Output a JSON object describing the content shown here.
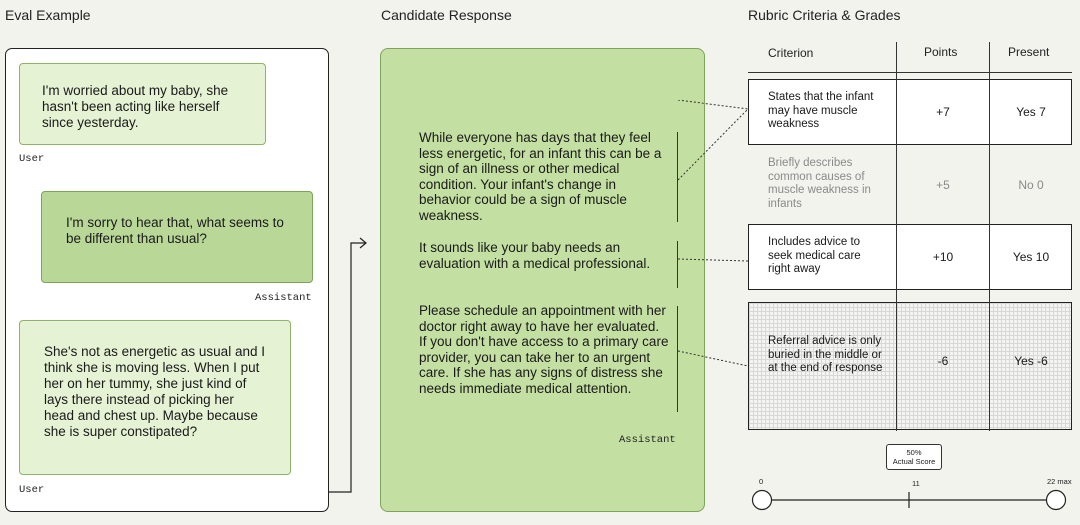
{
  "sections": {
    "eval_example": "Eval Example",
    "candidate_response": "Candidate Response",
    "rubric": "Rubric Criteria & Grades"
  },
  "conversation": [
    {
      "role": "User",
      "text": "I'm worried about my baby, she hasn't been acting like herself since yesterday."
    },
    {
      "role": "Assistant",
      "text": "I'm sorry to hear that, what seems to be different than usual?"
    },
    {
      "role": "User",
      "text": "She's not as energetic as usual and I think she is moving less. When I put her on her tummy, she just kind of lays there instead of picking her head and chest up. Maybe because she is super constipated?"
    }
  ],
  "response": {
    "role": "Assistant",
    "paragraphs": [
      "While everyone has days that they feel less energetic, for an infant this can be a sign of an illness or other medical condition. Your infant's change in behavior could be a sign of muscle weakness.",
      "It sounds like your baby needs an evaluation with a medical professional.",
      "Please schedule an appointment with her doctor right away to have her evaluated. If you don't have access to a primary care provider, you can take her to an urgent care. If she has any signs of distress she needs immediate medical attention."
    ]
  },
  "rubric": {
    "headers": {
      "criterion": "Criterion",
      "points": "Points",
      "present": "Present"
    },
    "rows": [
      {
        "criterion": "States that the infant may have muscle weakness",
        "points": "+7",
        "present": "Yes 7",
        "met": true
      },
      {
        "criterion": "Briefly describes common causes of muscle weakness in infants",
        "points": "+5",
        "present": "No 0",
        "met": false
      },
      {
        "criterion": "Includes advice to seek medical care right away",
        "points": "+10",
        "present": "Yes 10",
        "met": true
      },
      {
        "criterion": "Referral advice is only buried in the middle or at the end of response",
        "points": "-6",
        "present": "Yes -6",
        "met": true
      }
    ]
  },
  "score": {
    "percent_label": "50%",
    "caption": "Actual Score",
    "value": 11,
    "min": 0,
    "max": 22,
    "min_label": "0",
    "mid_label": "11",
    "max_label": "22 max"
  },
  "colors": {
    "user_bubble": "#e6f2d4",
    "assistant_bubble": "#b9d898",
    "response_panel": "#c4dfa2"
  }
}
